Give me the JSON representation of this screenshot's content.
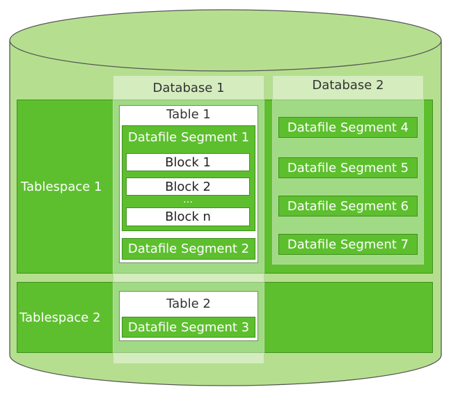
{
  "tablespaces": [
    {
      "label": "Tablespace 1"
    },
    {
      "label": "Tablespace 2"
    }
  ],
  "databases": [
    {
      "label": "Database 1"
    },
    {
      "label": "Database 2"
    }
  ],
  "table1": {
    "label": "Table 1",
    "segment_main": "Datafile Segment 1",
    "blocks": [
      "Block 1",
      "Block 2",
      "Block n"
    ],
    "ellipsis": "…",
    "segment_extra": "Datafile Segment 2"
  },
  "table2": {
    "label": "Table 2",
    "segment": "Datafile Segment 3"
  },
  "db2_segments": [
    "Datafile Segment 4",
    "Datafile Segment 5",
    "Datafile Segment 6",
    "Datafile Segment 7"
  ],
  "colors": {
    "cylinder": "#b5df8f",
    "tablespace": "#5dbf2e",
    "border": "#3f8f1c"
  }
}
